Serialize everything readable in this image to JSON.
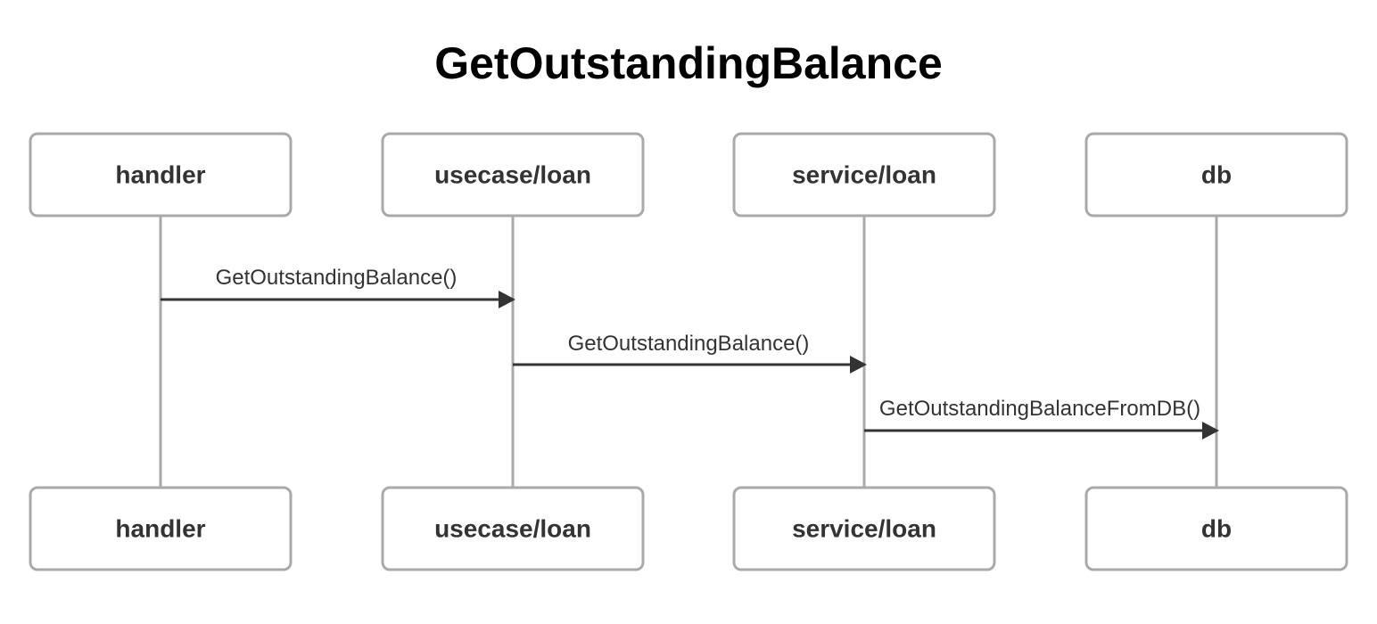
{
  "title": "GetOutstandingBalance",
  "participants": [
    {
      "id": "handler",
      "label": "handler"
    },
    {
      "id": "usecase",
      "label": "usecase/loan"
    },
    {
      "id": "service",
      "label": "service/loan"
    },
    {
      "id": "db",
      "label": "db"
    }
  ],
  "messages": [
    {
      "from": 0,
      "to": 1,
      "label": "GetOutstandingBalance()"
    },
    {
      "from": 1,
      "to": 2,
      "label": "GetOutstandingBalance()"
    },
    {
      "from": 2,
      "to": 3,
      "label": "GetOutstandingBalanceFromDB()"
    }
  ],
  "colors": {
    "box_border": "#a9a9a9",
    "lifeline": "#a9a9a9",
    "arrow": "#333333",
    "text": "#333333"
  }
}
